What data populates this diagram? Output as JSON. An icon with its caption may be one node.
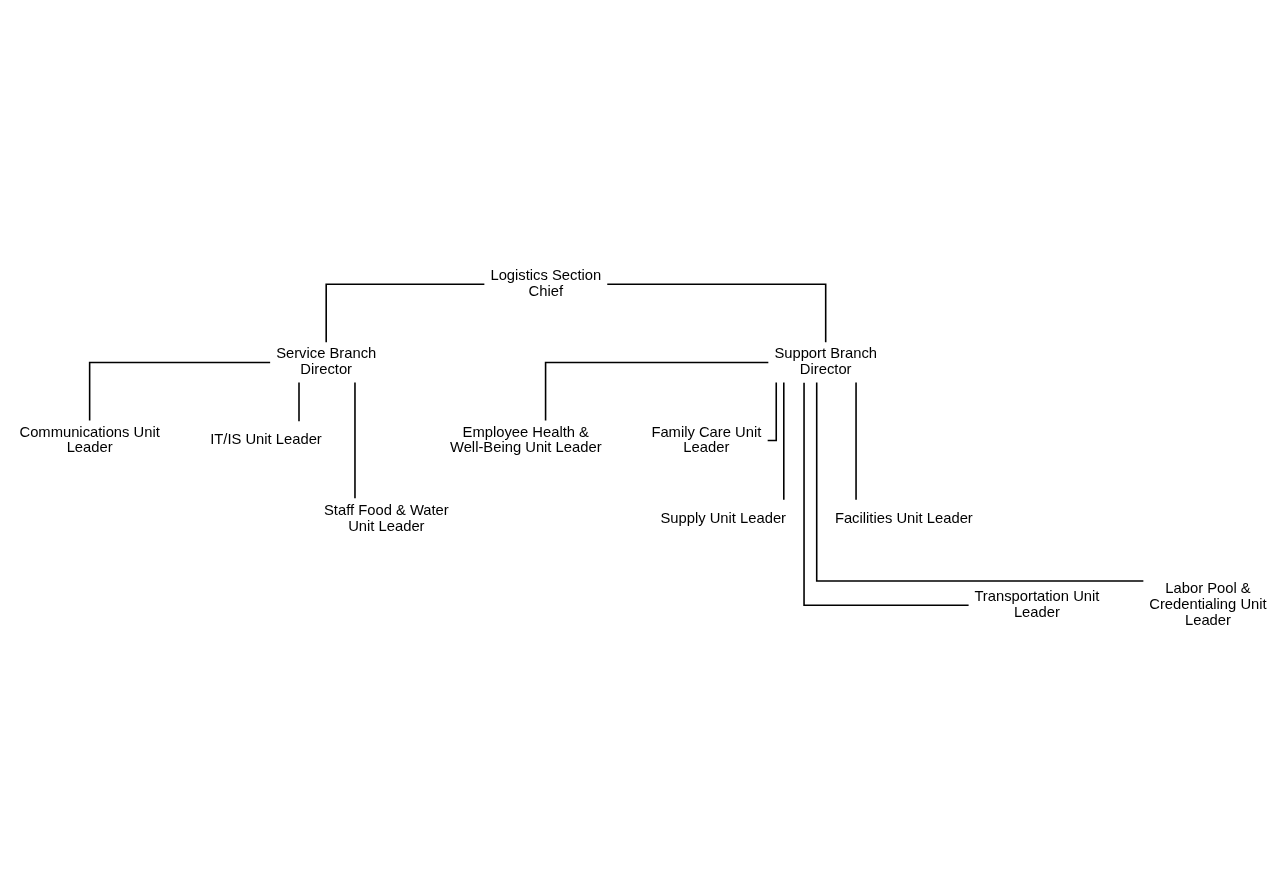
{
  "diagram": {
    "nodes": [
      {
        "text": [
          "Logistics Section Chief"
        ]
      },
      {
        "text": [
          "Service Branch Director"
        ]
      },
      {
        "text": [
          "Support Branch Director"
        ]
      },
      {
        "text": [
          "Communications Unit Leader"
        ]
      },
      {
        "text": [
          "IT/IS Unit Leader"
        ]
      },
      {
        "text": [
          "Staff Food & Water Unit Leader"
        ]
      },
      {
        "text": [
          "Employee Health & Well-Being Unit Leader"
        ]
      },
      {
        "text": [
          "Family Care Unit Leader"
        ]
      },
      {
        "text": [
          "Supply Unit Leader"
        ]
      },
      {
        "text": [
          "Facilities Unit Leader"
        ]
      },
      {
        "text": [
          "Transportation Unit Leader"
        ]
      },
      {
        "text": [
          "Labor Pool & Credentialing Unit Leader"
        ]
      }
    ],
    "edges": [
      {
        "from": 0,
        "to": 1,
        "arrow": "none"
      },
      {
        "from": 0,
        "to": 2,
        "arrow": "none"
      },
      {
        "from": 1,
        "to": 3,
        "arrow": "none"
      },
      {
        "from": 1,
        "to": 4,
        "arrow": "none"
      },
      {
        "from": 1,
        "to": 5,
        "arrow": "none"
      },
      {
        "from": 2,
        "to": 6,
        "arrow": "none"
      },
      {
        "from": 2,
        "to": 7,
        "arrow": "none"
      },
      {
        "from": 2,
        "to": 8,
        "arrow": "none"
      },
      {
        "from": 2,
        "to": 9,
        "arrow": "none"
      },
      {
        "from": 2,
        "to": 10,
        "arrow": "none"
      },
      {
        "from": 2,
        "to": 11,
        "arrow": "none"
      }
    ]
  }
}
